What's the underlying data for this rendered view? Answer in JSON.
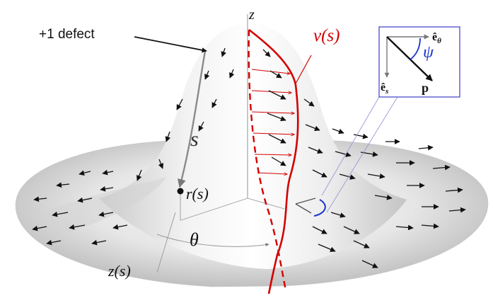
{
  "labels": {
    "defect": "+1 defect",
    "z_axis": "z",
    "velocity": "v(s)",
    "arc_length": "s",
    "radius": "r(s)",
    "height": "z(s)",
    "angle": "θ"
  },
  "inset": {
    "e_theta": "ê",
    "e_theta_sub": "θ",
    "e_s": "ê",
    "e_s_sub": "s",
    "psi": "ψ",
    "p": "p"
  },
  "colors": {
    "velocity": "#d40000",
    "psi_arc": "#1a33cc",
    "inset_border": "#4a4ad0",
    "guide_line": "#9a9ad8",
    "surface_light": "#f4f4f4",
    "surface_dark": "#a9a9a9",
    "arrow": "#111111",
    "axis": "#777777"
  }
}
